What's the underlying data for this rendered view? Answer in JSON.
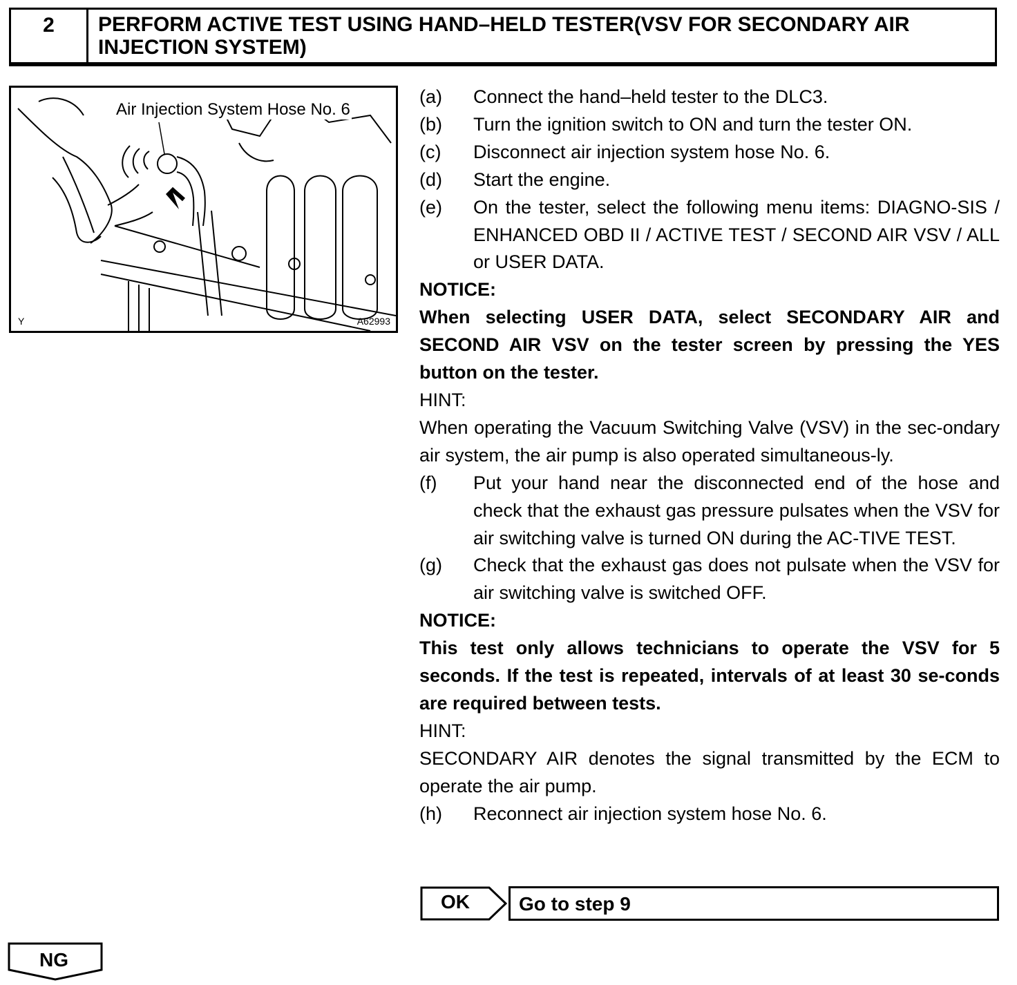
{
  "step": {
    "number": "2",
    "title": "PERFORM ACTIVE TEST USING HAND–HELD TESTER(VSV FOR SECONDARY AIR INJECTION SYSTEM)"
  },
  "figure": {
    "label": "Air Injection System Hose No. 6",
    "corner_mark": "Y",
    "code": "A62993"
  },
  "steps_1": [
    {
      "label": "(a)",
      "text": "Connect the hand–held tester to the DLC3."
    },
    {
      "label": "(b)",
      "text": "Turn the ignition switch to ON and turn the tester ON."
    },
    {
      "label": "(c)",
      "text": "Disconnect air injection system hose No. 6."
    },
    {
      "label": "(d)",
      "text": "Start the engine."
    },
    {
      "label": "(e)",
      "text": "On the tester, select the following menu items: DIAGNO-SIS / ENHANCED OBD II / ACTIVE TEST / SECOND AIR VSV / ALL or USER DATA."
    }
  ],
  "notice_1": {
    "heading": "NOTICE:",
    "text": "When selecting USER DATA, select SECONDARY AIR and SECOND AIR VSV on the tester screen by pressing the YES button on the tester."
  },
  "hint_1": {
    "heading": "HINT:",
    "text": "When operating the Vacuum Switching Valve (VSV) in the sec-ondary air system, the air pump is also operated simultaneous-ly."
  },
  "steps_2": [
    {
      "label": "(f)",
      "text": "Put your hand near the disconnected end of the hose and check that the exhaust gas pressure pulsates when the VSV for air switching valve is turned ON during the AC-TIVE TEST."
    },
    {
      "label": "(g)",
      "text": "Check that the exhaust gas does not pulsate when the VSV for air switching valve is switched OFF."
    }
  ],
  "notice_2": {
    "heading": "NOTICE:",
    "text": "This test only allows technicians to operate the VSV for 5 seconds. If the test is repeated, intervals of at least 30 se-conds are required between tests."
  },
  "hint_2": {
    "heading": "HINT:",
    "text": "SECONDARY AIR denotes the signal transmitted by the ECM to operate the air pump."
  },
  "steps_3": [
    {
      "label": "(h)",
      "text": "Reconnect air injection system hose No. 6."
    }
  ],
  "result_ok": {
    "label": "OK",
    "action": "Go to step 9"
  },
  "result_ng": {
    "label": "NG"
  }
}
